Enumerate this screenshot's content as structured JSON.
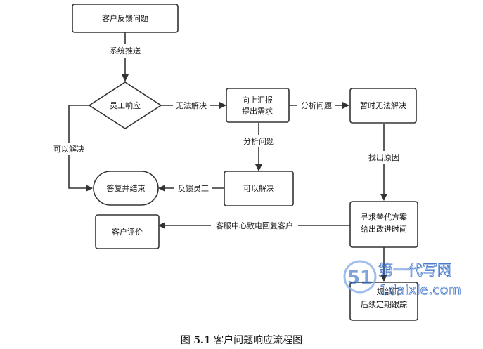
{
  "nodes": {
    "customer_feedback": "客户反馈问题",
    "employee_response": "员工响应",
    "escalate_line1": "向上汇报",
    "escalate_line2": "提出需求",
    "temp_unsolvable": "暂时无法解决",
    "reply_and_end": "答复并结束",
    "solvable": "可以解决",
    "customer_evaluation": "客户评价",
    "find_alternative_line1": "寻求替代方案",
    "find_alternative_line2": "给出改进时间",
    "followup_line1": "规部门",
    "followup_line2": "后续定期跟踪"
  },
  "edges": {
    "system_push": "系统推送",
    "cannot_solve": "无法解决",
    "can_solve": "可以解决",
    "analyze_problem_1": "分析问题",
    "analyze_problem_2": "分析问题",
    "find_cause": "找出原因",
    "feedback_employee": "反馈员工",
    "service_center_call": "客服中心致电回复客户"
  },
  "watermark": {
    "line1": "第一代写网",
    "line2": "1daixie.com",
    "logo": "51"
  },
  "caption": {
    "prefix": "图",
    "number": "5.1",
    "title": "客户问题响应流程图"
  },
  "colors": {
    "stroke": "#333333",
    "arrow": "#333333",
    "watermark": "#2a64c4"
  }
}
